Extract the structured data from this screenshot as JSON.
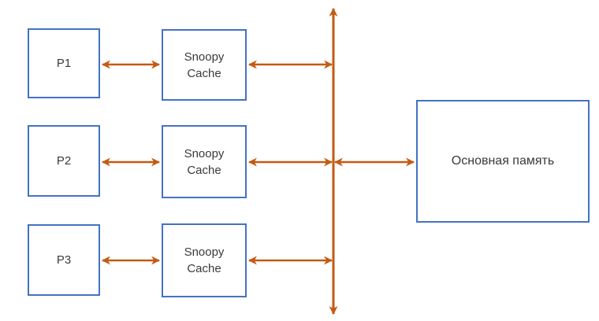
{
  "diagram": {
    "processors": [
      {
        "label": "P1"
      },
      {
        "label": "P2"
      },
      {
        "label": "P3"
      }
    ],
    "caches": [
      {
        "label": "Snoopy\nCache"
      },
      {
        "label": "Snoopy\nCache"
      },
      {
        "label": "Snoopy\nCache"
      }
    ],
    "memory": {
      "label": "Основная память"
    },
    "colors": {
      "box_border": "#4472C4",
      "arrow": "#C55A11",
      "text": "#3A3A3A",
      "background": "#FFFFFF"
    }
  }
}
